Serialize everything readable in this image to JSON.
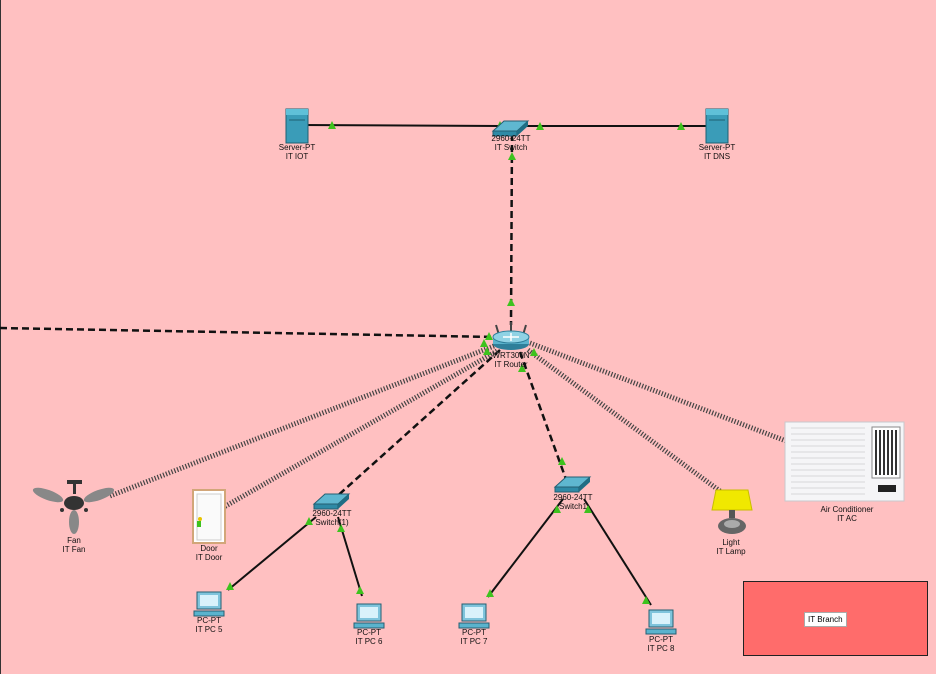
{
  "workspace": {
    "background": "#ffc0c1",
    "branch_area": {
      "label": "IT Branch",
      "color": "#ff6c6b"
    }
  },
  "devices": {
    "server_iot": {
      "model": "Server-PT",
      "name": "IT IOT",
      "icon": "server-icon"
    },
    "it_switch": {
      "model": "2960-24TT",
      "name": "IT Switch",
      "icon": "switch-icon"
    },
    "server_dns": {
      "model": "Server-PT",
      "name": "IT DNS",
      "icon": "server-icon"
    },
    "router": {
      "model": "WRT300N",
      "name": "IT Router",
      "icon": "wireless-router-icon"
    },
    "switch_left": {
      "model": "2960-24TT",
      "name": "Switch(1)",
      "icon": "switch-icon"
    },
    "switch_right": {
      "model": "2960-24TT",
      "name": "Switch1",
      "icon": "switch-icon"
    },
    "fan": {
      "model": "Fan",
      "name": "IT Fan",
      "icon": "ceiling-fan-icon"
    },
    "door": {
      "model": "Door",
      "name": "IT Door",
      "icon": "door-icon"
    },
    "lamp": {
      "model": "Light",
      "name": "IT Lamp",
      "icon": "lamp-icon"
    },
    "ac": {
      "model": "Air Conditioner",
      "name": "IT AC",
      "icon": "air-conditioner-icon"
    },
    "pc5": {
      "model": "PC-PT",
      "name": "IT PC 5",
      "icon": "pc-icon"
    },
    "pc6": {
      "model": "PC-PT",
      "name": "IT PC 6",
      "icon": "pc-icon"
    },
    "pc7": {
      "model": "PC-PT",
      "name": "IT PC 7",
      "icon": "pc-icon"
    },
    "pc8": {
      "model": "PC-PT",
      "name": "IT PC 8",
      "icon": "pc-icon"
    }
  },
  "links": {
    "status_color": "#3ec21e",
    "cable_color": "#111111"
  }
}
